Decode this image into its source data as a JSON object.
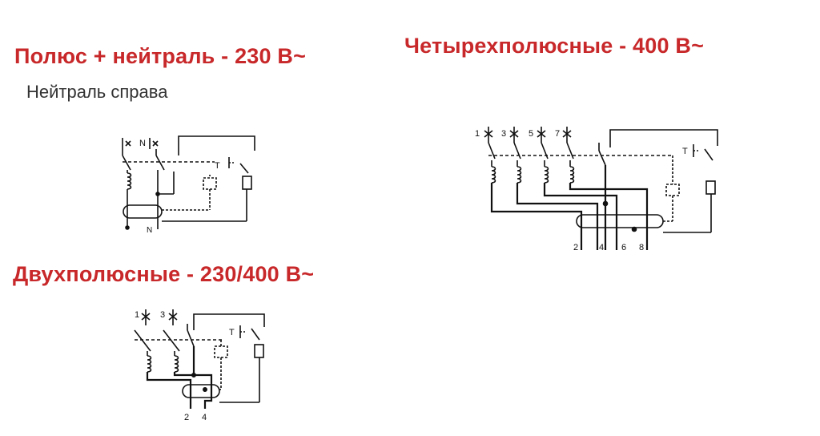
{
  "sections": {
    "pole_neutral": {
      "title": "Полюс + нейтраль - 230 В~",
      "subtitle": "Нейтраль справа",
      "labels": {
        "neutral_top": "N",
        "neutral_bottom": "N",
        "test": "T"
      }
    },
    "four_pole": {
      "title": "Четырехполюсные - 400 В~",
      "labels": {
        "top": [
          "1",
          "3",
          "5",
          "7"
        ],
        "bottom": [
          "2",
          "4",
          "6",
          "8"
        ],
        "test": "T"
      }
    },
    "two_pole": {
      "title": "Двухполюсные - 230/400 В~",
      "labels": {
        "top": [
          "1",
          "3"
        ],
        "bottom": [
          "2",
          "4"
        ],
        "test": "T"
      }
    }
  },
  "colors": {
    "heading": "#c8282a",
    "subtitle": "#333333",
    "line": "#111111"
  }
}
